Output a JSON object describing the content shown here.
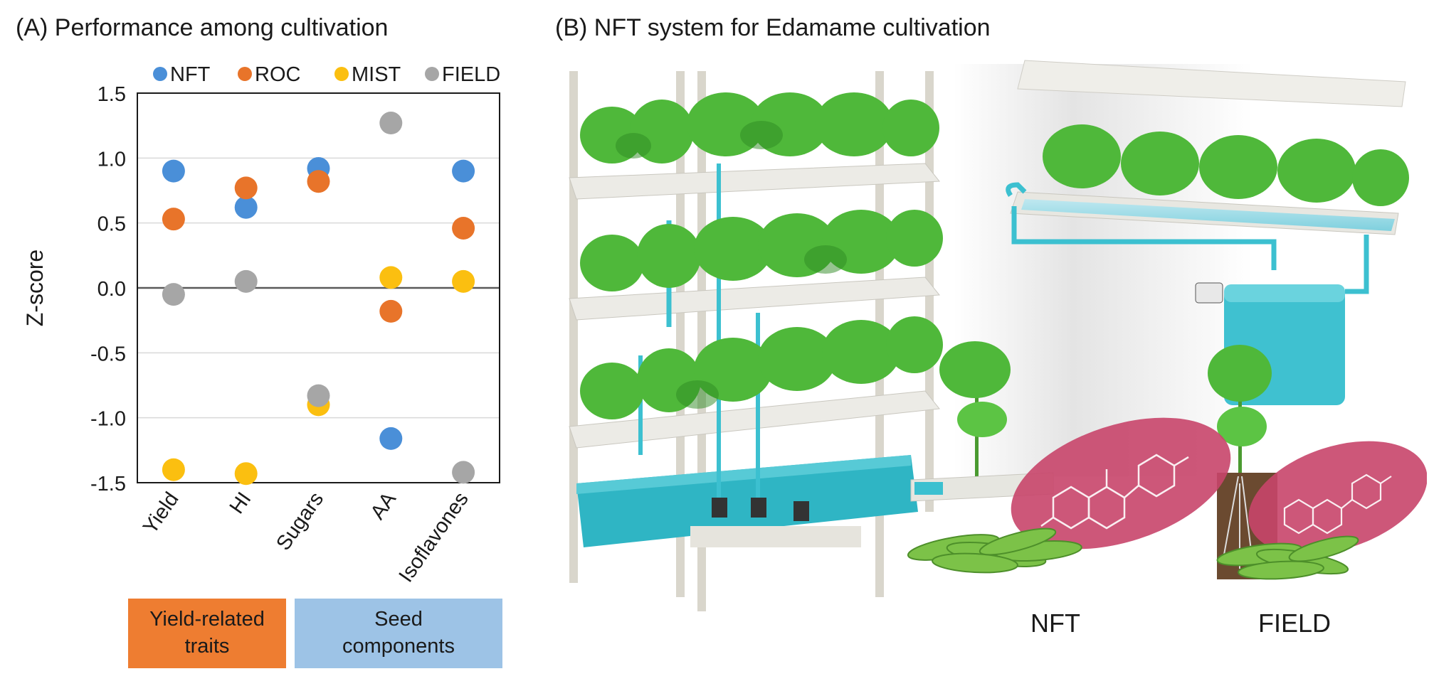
{
  "panel_a": {
    "title": "(A) Performance among cultivation",
    "groups": [
      {
        "line1": "Yield-related",
        "line2": "traits",
        "color": "#ee7d31"
      },
      {
        "line1": "Seed",
        "line2": "components",
        "color": "#9dc3e6"
      }
    ]
  },
  "panel_b": {
    "title": "(B) NFT system for Edamame cultivation",
    "label_left": "NFT",
    "label_right": "FIELD"
  },
  "chart_data": {
    "type": "scatter",
    "categories": [
      "Yield",
      "HI",
      "Sugars",
      "AA",
      "Isoflavones"
    ],
    "ylabel": "Z-score",
    "xlabel": "",
    "ylim": [
      -1.5,
      1.5
    ],
    "yticks": [
      "1.5",
      "1.0",
      "0.5",
      "0.0",
      "-0.5",
      "-1.0",
      "-1.5"
    ],
    "grid": true,
    "legend_position": "top",
    "series": [
      {
        "name": "NFT",
        "color": "#4a8fd8",
        "values": [
          0.9,
          0.62,
          0.92,
          -1.16,
          0.9
        ]
      },
      {
        "name": "ROC",
        "color": "#e8742a",
        "values": [
          0.53,
          0.77,
          0.82,
          -0.18,
          0.46
        ]
      },
      {
        "name": "MIST",
        "color": "#fbbf10",
        "values": [
          -1.4,
          -1.43,
          -0.9,
          0.08,
          0.05
        ]
      },
      {
        "name": "FIELD",
        "color": "#a6a6a6",
        "values": [
          -0.05,
          0.05,
          -0.83,
          1.27,
          -1.42
        ]
      }
    ]
  }
}
